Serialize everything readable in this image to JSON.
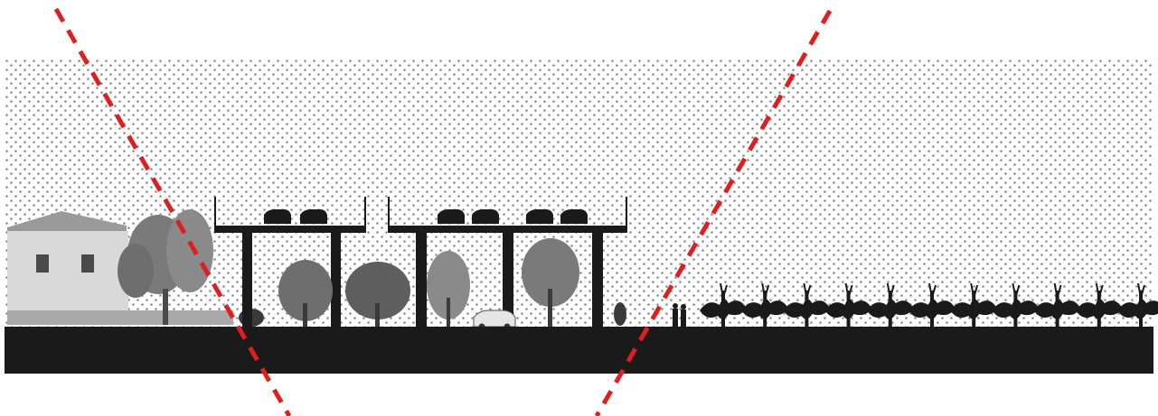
{
  "figure": {
    "kind": "architectural-section",
    "style": "halftone-dotted-sky",
    "colors": {
      "background": "#ffffff",
      "sky_dots": "#8c8c8c",
      "ground": "#1a1a1a",
      "structure": "#1a1a1a",
      "vehicles_on_deck": "#1a1a1a",
      "building_wall": "#d9d9d9",
      "building_roof": "#9a9a9a",
      "trees": "#8a8a8a",
      "vines": "#1a1a1a",
      "sight_lines": "#e01e1e",
      "car_on_ground": "#e6e6e6"
    },
    "elements": {
      "left_viaduct_cars": 2,
      "right_viaduct_cars": 4,
      "sight_lines": 2,
      "people": 2,
      "vine_plants": 11
    }
  }
}
